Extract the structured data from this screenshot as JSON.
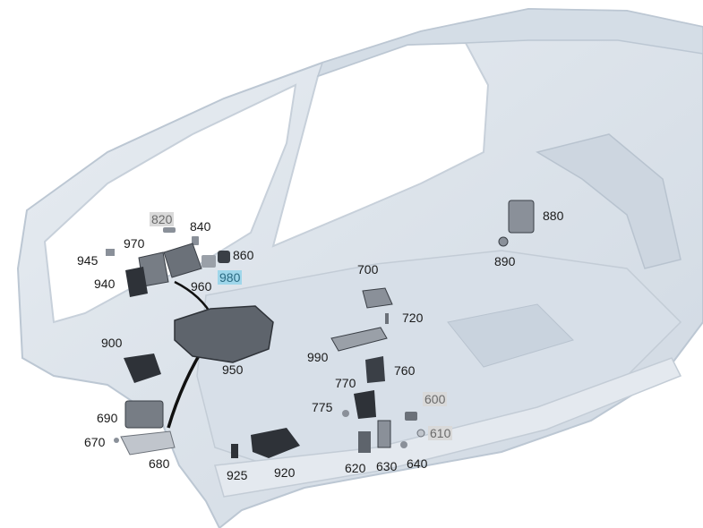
{
  "labels": {
    "l820": "820",
    "l840": "840",
    "l970": "970",
    "l860": "860",
    "l945": "945",
    "l980": "980",
    "l960": "960",
    "l940": "940",
    "l700": "700",
    "l880": "880",
    "l890": "890",
    "l720": "720",
    "l900": "900",
    "l950": "950",
    "l990": "990",
    "l760": "760",
    "l770": "770",
    "l775": "775",
    "l600": "600",
    "l610": "610",
    "l690": "690",
    "l670": "670",
    "l680": "680",
    "l925": "925",
    "l920": "920",
    "l620": "620",
    "l630": "630",
    "l640": "640"
  },
  "colors": {
    "body": "#dde4ec",
    "body_edge": "#bcc7d3",
    "part": "#3a3f46",
    "part_light": "#8a9099",
    "grey_tag": "#d9d9d9",
    "blue_tag": "#9fd6ea"
  }
}
